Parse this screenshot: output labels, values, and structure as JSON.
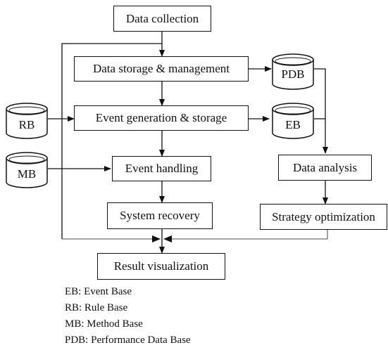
{
  "nodes": {
    "data_collection": "Data collection",
    "data_storage": "Data storage & management",
    "event_generation": "Event generation & storage",
    "event_handling": "Event handling",
    "system_recovery": "System recovery",
    "data_analysis": "Data analysis",
    "strategy_optimization": "Strategy optimization",
    "result_visualization": "Result visualization"
  },
  "databases": {
    "pdb": "PDB",
    "eb": "EB",
    "rb": "RB",
    "mb": "MB"
  },
  "legend": [
    "EB: Event Base",
    "RB: Rule Base",
    "MB: Method Base",
    "PDB: Performance Data Base"
  ]
}
